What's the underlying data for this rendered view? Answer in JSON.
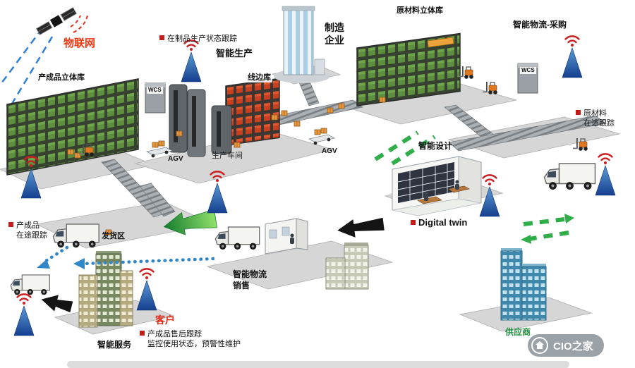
{
  "meta": {
    "title": "智能制造与智能物流示意图"
  },
  "colors": {
    "iot_red": "#f03911",
    "customer_red": "#e02a1a",
    "supplier_green": "#1e8f3e",
    "antenna_blue": "#1f63c4",
    "wifi_red": "#cc1f1f",
    "arrow_green": "#2fae4a",
    "dotted_blue": "#2f86c8"
  },
  "iot": {
    "label": "物联网"
  },
  "finished_warehouse": {
    "title": "产成品立体库",
    "wcs": "WCS"
  },
  "production": {
    "wip_tracking": "在制品生产状态跟踪",
    "smart_production": "智能生产",
    "line_side": "线边库",
    "workshop": "生产车间",
    "agv_left": "AGV",
    "agv_center": "AGV"
  },
  "enterprise": {
    "line1": "制造",
    "line2": "企业"
  },
  "raw_warehouse": {
    "title": "原材料立体库",
    "wcs": "WCS"
  },
  "procurement": {
    "title": "智能物流-采购",
    "tracking_line1": "原材料",
    "tracking_line2": "在途跟踪"
  },
  "design": {
    "title": "智能设计",
    "digital_twin": "Digital twin"
  },
  "shipping": {
    "tracking_line1": "产成品",
    "tracking_line2": "在途跟踪",
    "area": "发货区"
  },
  "sales": {
    "line1": "智能物流",
    "line2": "销售"
  },
  "customer": {
    "title": "客户",
    "smart_service": "智能服务",
    "aftersales_line1": "产成品售后跟踪",
    "aftersales_line2": "监控使用状态，预警性维护"
  },
  "supplier": {
    "title": "供应商"
  },
  "watermark": {
    "text": "CIO之家"
  }
}
